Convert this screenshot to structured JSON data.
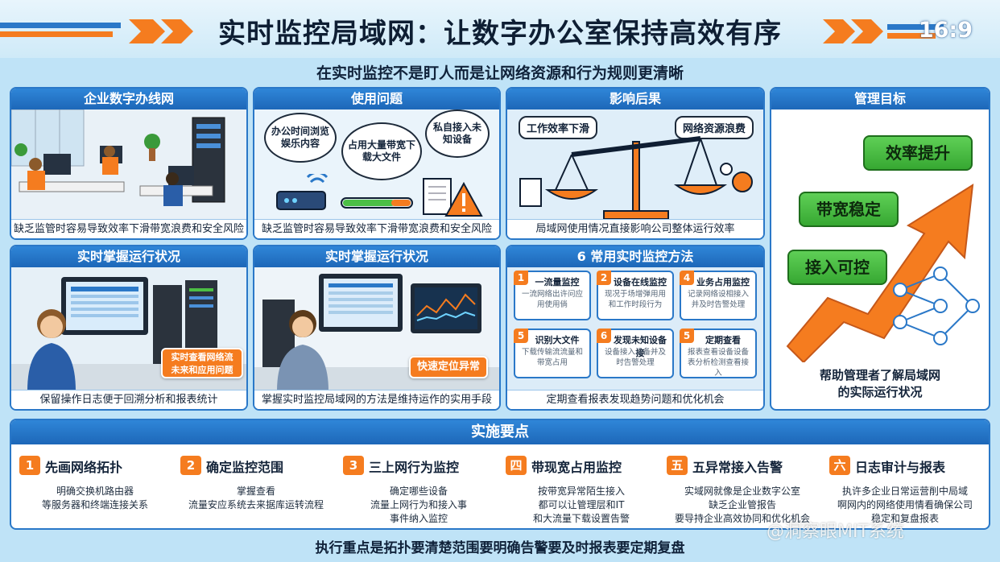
{
  "header": {
    "title": "实时监控局域网：让数字办公室保持高效有序",
    "ratio": "16:9",
    "subtitle": "在实时监控不是盯人而是让网络资源和行为规则更清晰"
  },
  "panels": {
    "office": {
      "title": "企业数字办线网",
      "footer": "缺乏监管时容易导致效率下滑带宽浪费和安全风险"
    },
    "problems": {
      "title": "使用问题",
      "bubbles": [
        "办公时间浏览娱乐内容",
        "占用大量带宽下载大文件",
        "私自接入未知设备"
      ]
    },
    "impact": {
      "title": "影响后果",
      "labels": [
        "工作效率下滑",
        "网络资源浪费"
      ],
      "footer": "局域网使用情况直接影响公司整体运行效率"
    },
    "goals": {
      "title": "管理目标",
      "items": [
        "效率提升",
        "带宽稳定",
        "接入可控"
      ],
      "footer_line1": "帮助管理者了解局域网",
      "footer_line2": "的实际运行状况"
    },
    "status1": {
      "title": "实时掌握运行状况",
      "tag_line1": "实时查看网络流",
      "tag_line2": "未来和应用问题",
      "footer": "保留操作日志便于回溯分析和报表统计"
    },
    "status2": {
      "title": "实时掌握运行状况",
      "tag": "快速定位异常",
      "footer": "掌握实时监控局域网的方法是维持运作的实用手段"
    },
    "methods": {
      "title": "6 常用实时监控方法",
      "footer": "定期查看报表发现趋势问题和优化机会",
      "cards": [
        {
          "num": "1",
          "title": "一流量监控",
          "desc": "一流网络出许问应用使用倘"
        },
        {
          "num": "2",
          "title": "设备在线监控",
          "desc": "现况于场增弹用用和工作时段行为"
        },
        {
          "num": "4",
          "title": "业务占用监控",
          "desc": "记录网络设相接入并及时告警处理"
        },
        {
          "num": "5",
          "title": "识别大文件",
          "desc": "下载传输流流量和带宽占用"
        },
        {
          "num": "6",
          "title": "发现未知设备接",
          "desc": "设备接入设备并及时告警处理"
        },
        {
          "num": "5",
          "title": "定期查看",
          "desc": "报表查看设备设备表分析检测查看接入"
        }
      ]
    }
  },
  "implementation": {
    "title": "实施要点",
    "steps": [
      {
        "num": "1",
        "title": "先画网络拓扑",
        "line1": "明确交换机路由器",
        "line2": "等服务器和终端连接关系",
        "line3": ""
      },
      {
        "num": "2",
        "title": "确定监控范围",
        "line1": "掌握查看",
        "line2": "流量安应系统去来据库运转流程",
        "line3": ""
      },
      {
        "num": "3",
        "title": "三上网行为监控",
        "line1": "确定哪些设备",
        "line2": "流量上网行为和接入事",
        "line3": "事件纳入监控"
      },
      {
        "num": "四",
        "title": "带现宽占用监控",
        "line1": "按带宽异常陌生接入",
        "line2": "都可以让管理层和IT",
        "line3": "和大流量下载设置告警"
      },
      {
        "num": "五",
        "title": "五异常接入告警",
        "line1": "实域网就像是企业数字公室",
        "line2": "缺乏企业管报告",
        "line3": "要导持企业高效协同和优化机会"
      },
      {
        "num": "六",
        "title": "日志审计与报表",
        "line1": "执许多企业日常运营削中局域",
        "line2": "啊网内的网络使用情看确保公司",
        "line3": "稳定和复盘报表"
      }
    ]
  },
  "footer": {
    "summary": "执行重点是拓扑要清楚范围要明确告警要及时报表要定期复盘",
    "watermark": "@洞察眼MIT系统"
  },
  "colors": {
    "accent_blue": "#2a78c8",
    "accent_orange": "#f57c1f",
    "goal_green": "#4cbf45"
  }
}
